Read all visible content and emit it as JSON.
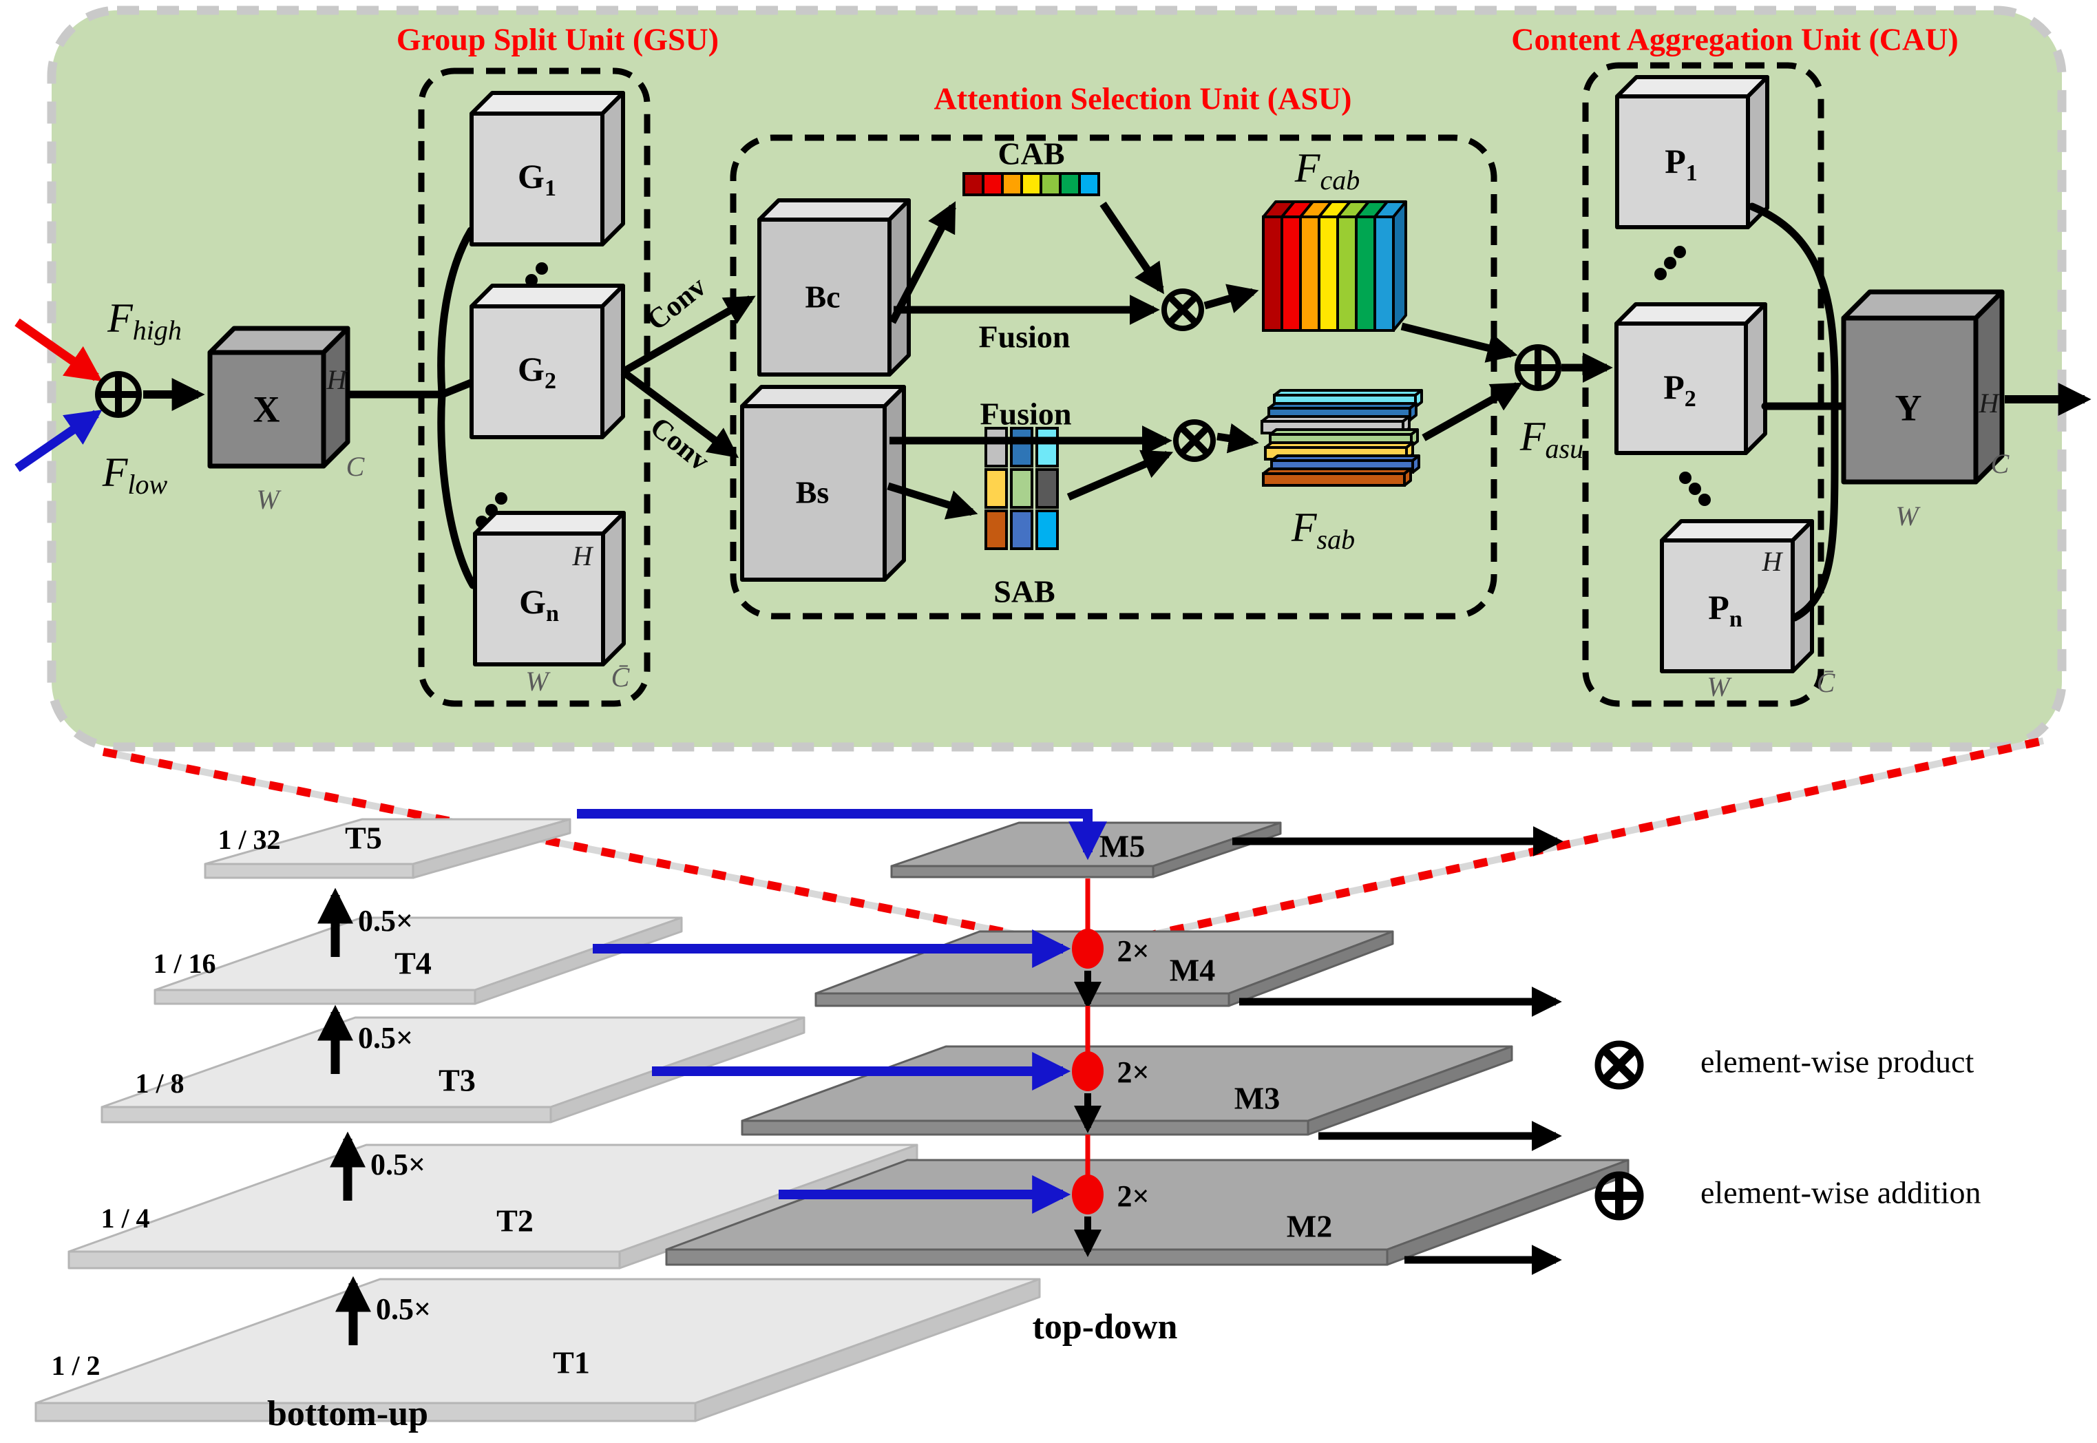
{
  "colors": {
    "background": "#ffffff",
    "panel_green": "#c7dcb2",
    "panel_border": "#c9c9c9",
    "title_red": "#fe0000",
    "arrow_blue": "#1414cc",
    "accent_red": "#f20000",
    "cube_light_front": "#d6d6d6",
    "cube_dark_front": "#898989",
    "cab_colors": [
      "#b60000",
      "#f20000",
      "#ffa200",
      "#ffe600",
      "#8dc63f",
      "#00a651",
      "#00aeef"
    ],
    "fcab_colors": [
      "#b60000",
      "#f20000",
      "#ffa200",
      "#ffe600",
      "#9acd32",
      "#00a651",
      "#1e9cd7"
    ],
    "fcab_side": "#1470a8",
    "sab_colors": [
      [
        "#c0c0c0",
        "#2e75b6",
        "#6fe8f8"
      ],
      [
        "#ffd34d",
        "#a9d18e",
        "#595959"
      ],
      [
        "#c55a11",
        "#4472c4",
        "#00b0f0"
      ]
    ],
    "fsab_bars": [
      "#6fe3f2",
      "#2e75b6",
      "#c6c6c6",
      "#a9d18e",
      "#ffd34d",
      "#4472c4",
      "#c55a11"
    ]
  },
  "panel": {
    "gsu": {
      "title": "Group Split Unit (GSU)"
    },
    "asu": {
      "title": "Attention Selection Unit (ASU)",
      "cab_label": "CAB",
      "sab_label": "SAB",
      "fusion_top": "Fusion",
      "fusion_bottom": "Fusion",
      "conv_top": "Conv",
      "conv_bottom": "Conv",
      "bc_label": "Bc",
      "bs_label": "Bs",
      "fcab": {
        "main": "F",
        "sub": "cab"
      },
      "fsab": {
        "main": "F",
        "sub": "sab"
      },
      "fasu": {
        "main": "F",
        "sub": "asu"
      }
    },
    "cau": {
      "title": "Content Aggregation Unit (CAU)"
    },
    "inputs": {
      "fhigh": {
        "main": "F",
        "sub": "high"
      },
      "flow": {
        "main": "F",
        "sub": "low"
      }
    },
    "x_block": {
      "label": "X",
      "h": "H",
      "w": "W",
      "c": "C"
    },
    "y_block": {
      "label": "Y",
      "h": "H",
      "w": "W",
      "c": "C"
    },
    "g_blocks": [
      {
        "main": "G",
        "sub": "1"
      },
      {
        "main": "G",
        "sub": "2"
      },
      {
        "main": "G",
        "sub": "n"
      }
    ],
    "p_blocks": [
      {
        "main": "P",
        "sub": "1"
      },
      {
        "main": "P",
        "sub": "2"
      },
      {
        "main": "P",
        "sub": "n"
      }
    ],
    "gsu_dims": {
      "h": "H",
      "w": "W",
      "cbar": "C̄"
    },
    "cau_dims": {
      "h": "H",
      "w": "W",
      "cbar": "C̄"
    }
  },
  "pyramid": {
    "bottom_up_label": "bottom-up",
    "top_down_label": "top-down",
    "upsample_label": "2×",
    "downsample_label": "0.5×",
    "t_levels": [
      {
        "scale": "1 / 2",
        "name": "T1"
      },
      {
        "scale": "1 / 4",
        "name": "T2"
      },
      {
        "scale": "1 / 8",
        "name": "T3"
      },
      {
        "scale": "1 / 16",
        "name": "T4"
      },
      {
        "scale": "1 / 32",
        "name": "T5"
      }
    ],
    "m_levels": [
      "M2",
      "M3",
      "M4",
      "M5"
    ]
  },
  "legend": [
    {
      "symbol": "element-wise-product-icon",
      "label": "element-wise product"
    },
    {
      "symbol": "element-wise-addition-icon",
      "label": "element-wise addition"
    }
  ]
}
